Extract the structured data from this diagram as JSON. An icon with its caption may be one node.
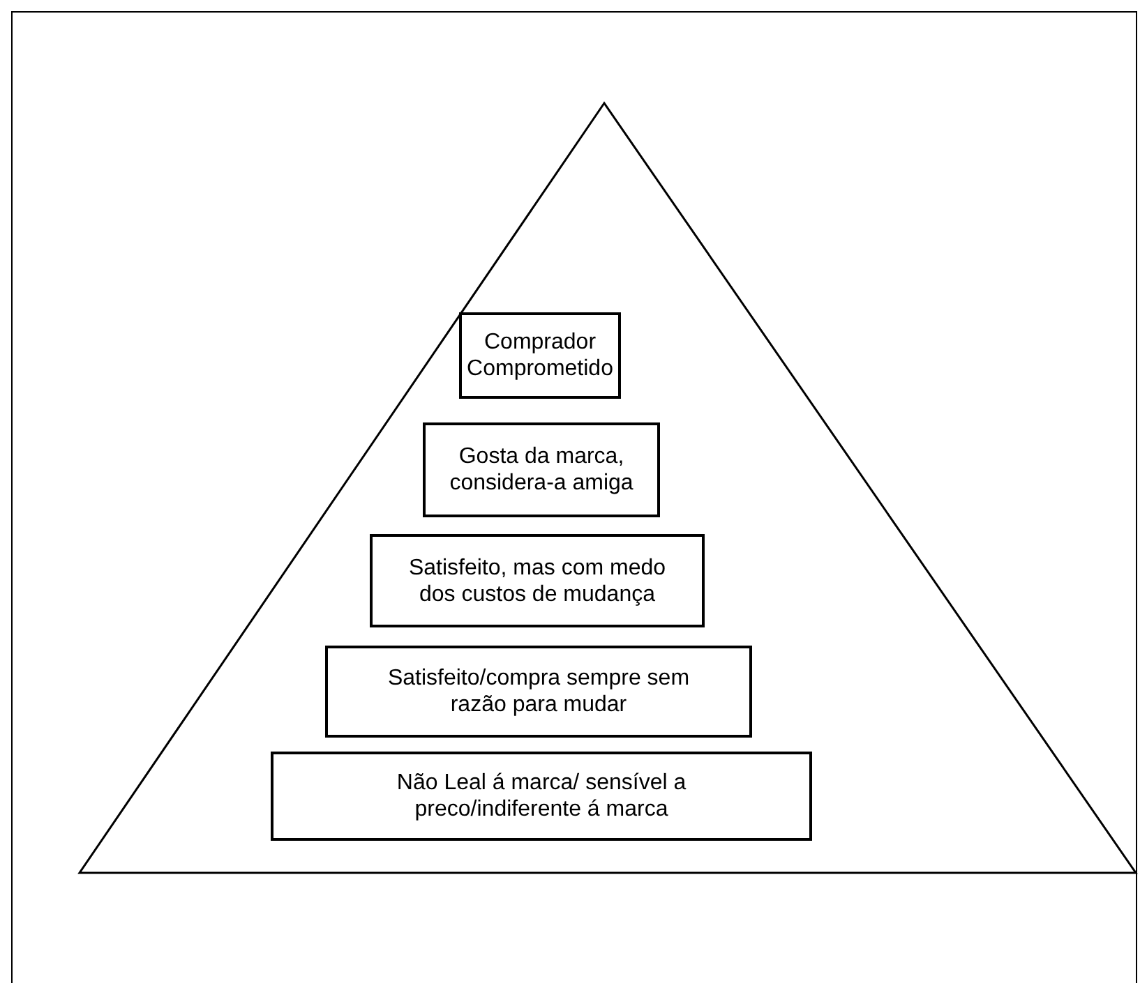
{
  "diagram": {
    "nodes": [
      {
        "text": [],
        "shape": "triangle"
      },
      {
        "text": [
          "Comprador Comprometido"
        ],
        "in": 0
      },
      {
        "text": [
          "Gosta da marca, considera-a amiga"
        ],
        "in": 0
      },
      {
        "text": [
          "Satisfeito, mas com medo dos custos de mudança"
        ],
        "in": 0
      },
      {
        "text": [
          "Satisfeito/compra sempre sem razão para mudar"
        ],
        "in": 0
      },
      {
        "text": [
          "Não Leal á marca/ sensível a preco/indiferente á marca"
        ],
        "in": 0
      }
    ]
  }
}
